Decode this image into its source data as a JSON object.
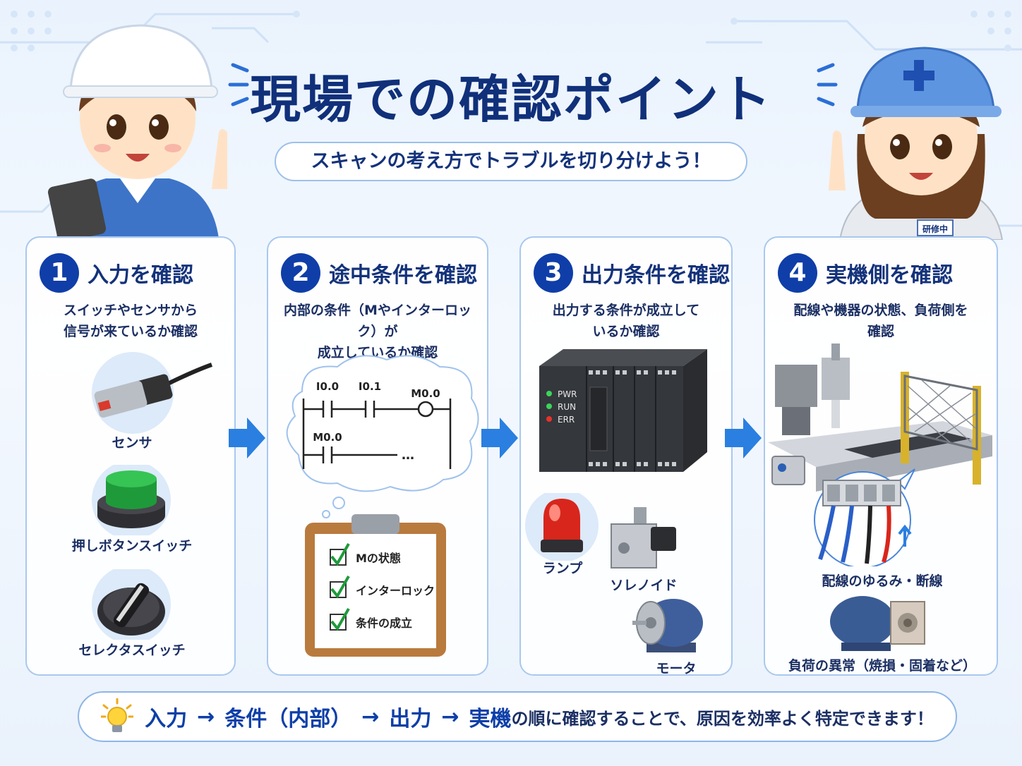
{
  "title": "現場での確認ポイント",
  "subtitle": "スキャンの考え方でトラブルを切り分けよう！",
  "colors": {
    "navy": "#13327a",
    "badge": "#0f3ea8",
    "arrow": "#2a7fe0",
    "border": "#a9c8ee"
  },
  "panels": [
    {
      "num": "1",
      "title": "入力を確認",
      "desc1": "スイッチやセンサから",
      "desc2": "信号が来ているか確認",
      "items": [
        "センサ",
        "押しボタンスイッチ",
        "セレクタスイッチ"
      ]
    },
    {
      "num": "2",
      "title": "途中条件を確認",
      "desc1": "内部の条件（Mやインターロック）が",
      "desc2": "成立しているか確認",
      "ladder": {
        "c1": "I0.0",
        "c2": "I0.1",
        "coil": "M0.0",
        "c3": "M0.0",
        "dots": "…"
      },
      "checklist": [
        "Mの状態",
        "インターロック",
        "条件の成立"
      ]
    },
    {
      "num": "3",
      "title": "出力条件を確認",
      "desc1": "出力する条件が成立して",
      "desc2": "いるか確認",
      "plc_leds": [
        "PWR",
        "RUN",
        "ERR"
      ],
      "items": [
        "ランプ",
        "ソレノイド",
        "モータ"
      ]
    },
    {
      "num": "4",
      "title": "実機側を確認",
      "desc1": "配線や機器の状態、負荷側を",
      "desc2": "確認",
      "items": [
        "配線のゆるみ・断線",
        "負荷の異常（焼損・固着など）"
      ]
    }
  ],
  "bottom": {
    "s1": "入力",
    "a1": "→",
    "s2": "条件（内部）",
    "a2": "→",
    "s3": "出力",
    "a3": "→",
    "s4": "実機",
    "tail": "の順に確認することで、原因を効率よく特定できます！"
  },
  "badge_text": "研修中"
}
